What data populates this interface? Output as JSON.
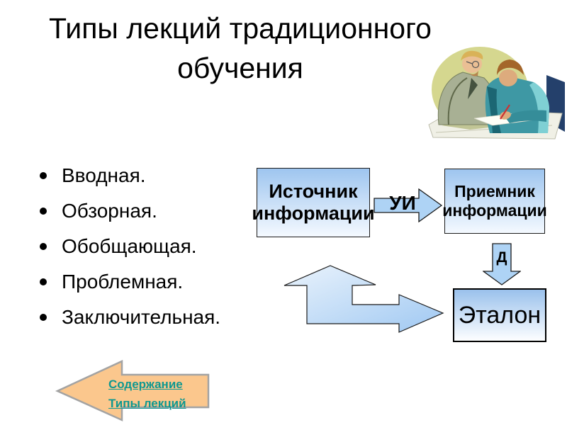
{
  "title": {
    "line1": "Типы лекций традиционного",
    "line2": "обучения"
  },
  "bullets": [
    "Вводная.",
    "Обзорная.",
    "Обобщающая.",
    "Проблемная.",
    "Заключительная."
  ],
  "diagram": {
    "source_box": {
      "line1": "Источник",
      "line2": "информации"
    },
    "ui_arrow_label": "УИ",
    "receiver_box": {
      "line1": "Приемник",
      "line2": "информации"
    },
    "d_arrow_label": "Д",
    "etalon_box": {
      "label": "Эталон"
    }
  },
  "nav": {
    "links": [
      {
        "label": "Содержание"
      },
      {
        "label": "Типы лекций"
      }
    ]
  },
  "illustration": {
    "name": "teacher-helping-student-clipart"
  },
  "colors": {
    "box_top": "#9ec5ef",
    "box_bottom": "#f4f9ff",
    "etalon_top": "#9ac1ec",
    "etalon_bottom": "#fdfeff",
    "arrow_blue": "#aed3f5",
    "bent_arrow_light": "#eaf3fc",
    "bent_arrow_dark": "#9fc8f2",
    "nav_arrow_fill": "#fbc78d",
    "nav_arrow_border": "#a3a3a3",
    "link_color": "#0f9890"
  }
}
